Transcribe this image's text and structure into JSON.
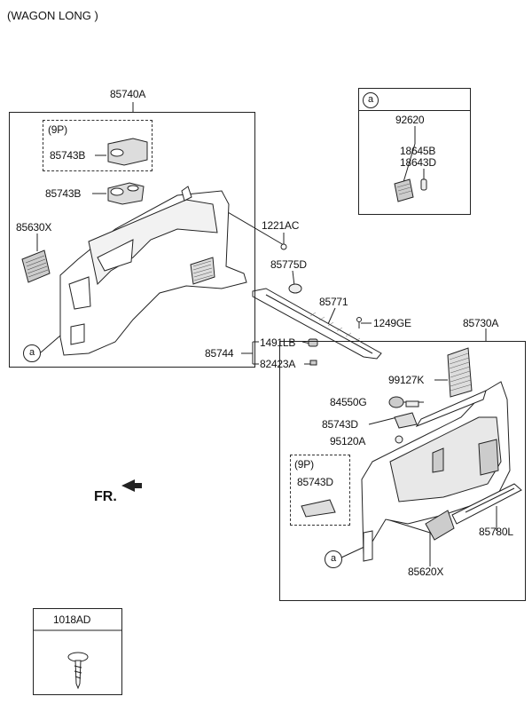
{
  "header": "(WAGON LONG )",
  "box_a": {
    "circle": "a",
    "title": "92620",
    "parts": [
      "18645B",
      "18643D"
    ]
  },
  "left_group": {
    "assembly": "85740A",
    "variant_9p": "(9P)",
    "parts": [
      "85743B",
      "85743B",
      "85630X"
    ],
    "circle": "a"
  },
  "middle_parts": {
    "bolt": "1221AC",
    "cap": "85775D",
    "scuff": "85771",
    "screw": "1249GE",
    "assembly": "85744",
    "clip1": "1491LB",
    "clip2": "82423A"
  },
  "right_group": {
    "assembly": "85730A",
    "parts": [
      "99127K",
      "84550G",
      "85743D",
      "95120A",
      "85780L",
      "85620X"
    ],
    "variant_9p": "(9P)",
    "variant_part": "85743D",
    "circle": "a"
  },
  "fr": "FR.",
  "fastener_box": {
    "title": "1018AD"
  }
}
